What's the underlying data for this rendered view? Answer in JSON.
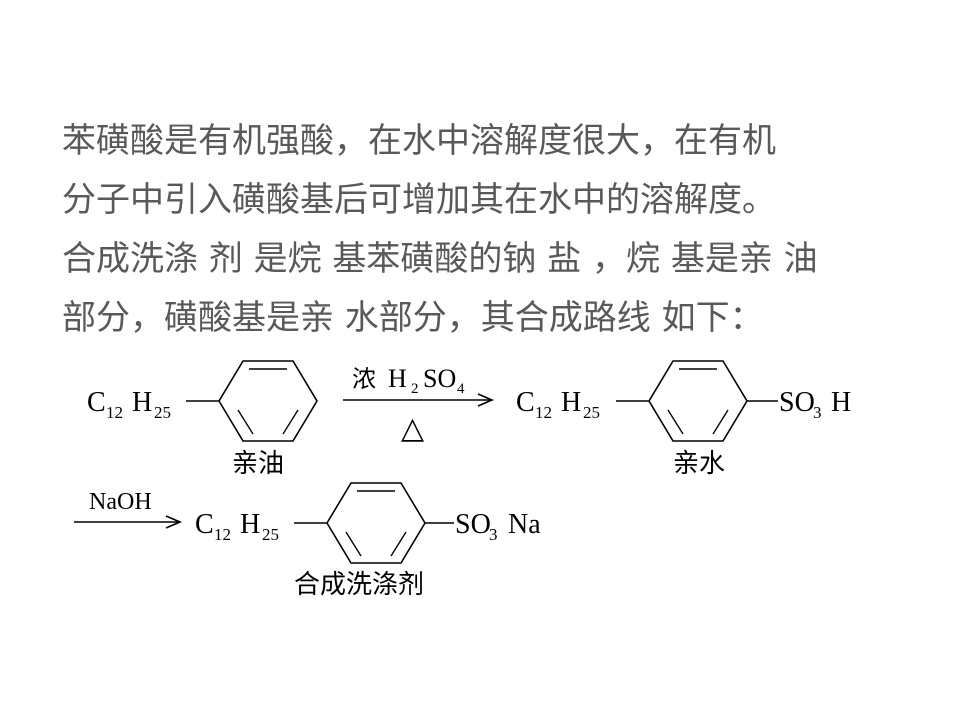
{
  "paragraph": {
    "lines": [
      "苯磺酸是有机强酸，在水中溶解度很大，在有机",
      "分子中引入磺酸基后可增加其在水中的溶解度。",
      "合成洗涤 剂 是烷 基苯磺酸的钠 盐 ，烷 基是亲 油",
      "部分，磺酸基是亲 水部分，其合成路线 如下："
    ]
  },
  "scheme": {
    "step1": {
      "reactant": {
        "group_C": "C",
        "group_C_sub": "12",
        "group_H": "H",
        "group_H_sub": "25",
        "label": "亲油"
      },
      "reagent": {
        "prefix": "浓",
        "H": "H",
        "H_sub": "2",
        "SO": "SO",
        "SO_sub": "4",
        "condition": "△"
      },
      "product": {
        "group_C": "C",
        "group_C_sub": "12",
        "group_H": "H",
        "group_H_sub": "25",
        "substituent_SO": "SO",
        "substituent_SO_sub": "3",
        "substituent_H": "H",
        "label": "亲水"
      }
    },
    "step2": {
      "reagent": "NaOH",
      "product": {
        "group_C": "C",
        "group_C_sub": "12",
        "group_H": "H",
        "group_H_sub": "25",
        "substituent_SO": "SO",
        "substituent_SO_sub": "3",
        "substituent_Na": "Na",
        "label": "合成洗涤剂"
      }
    }
  }
}
